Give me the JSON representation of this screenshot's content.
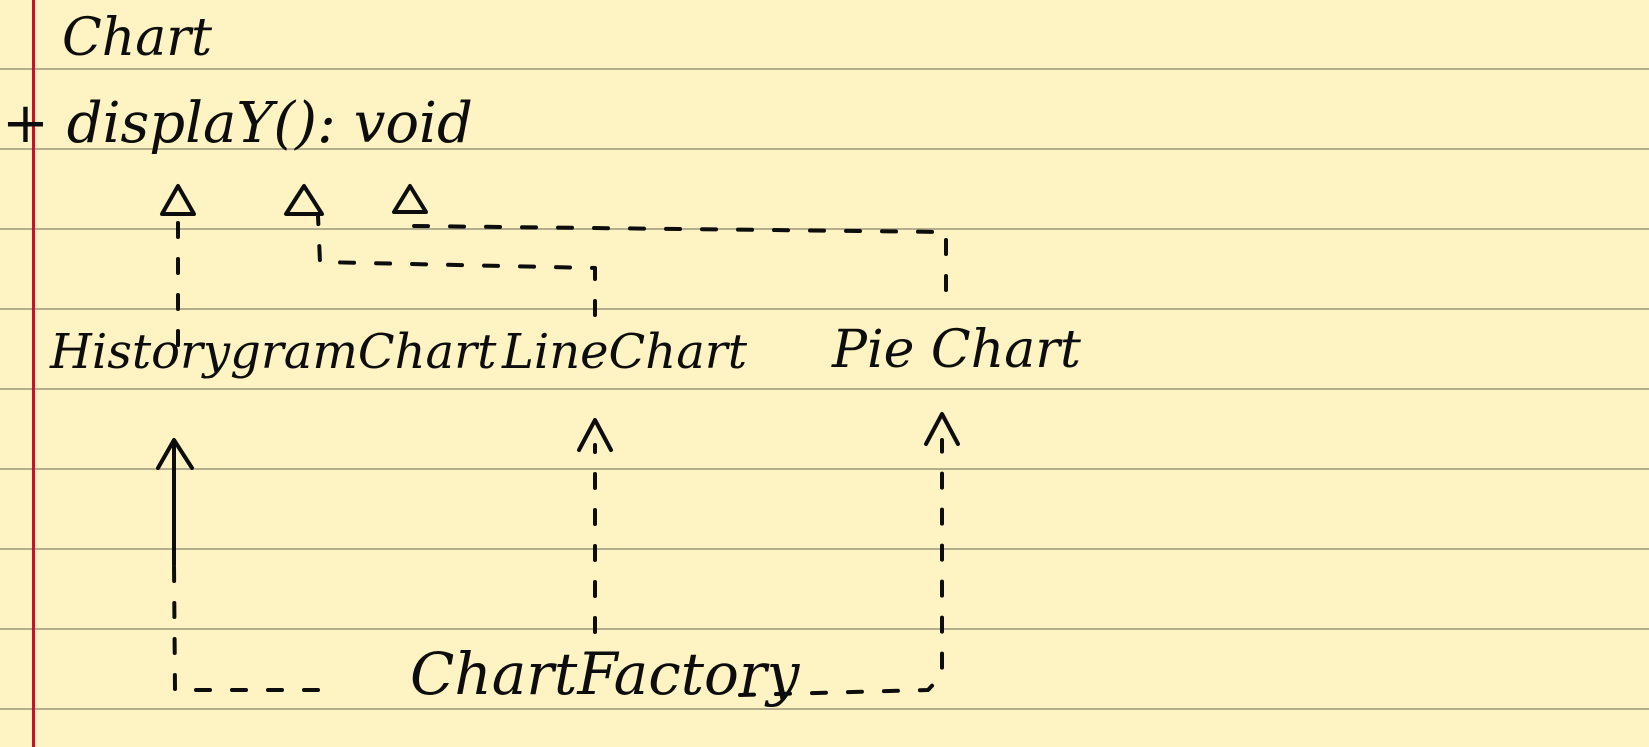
{
  "page": {
    "colors": {
      "paper": "#fdf3c3",
      "rule_line": "#b4ae8c",
      "margin_line": "#c8102e",
      "ink": "#0d0d0d"
    }
  },
  "diagram": {
    "interface": {
      "name": "Chart",
      "operation": "+ displaY(): void"
    },
    "classes": {
      "histogram": "HistorygramChart",
      "line": "LineChart",
      "pie": "Pie Chart"
    },
    "factory": "ChartFactory",
    "relationships": [
      {
        "from": "HistorygramChart",
        "to": "Chart",
        "type": "realization"
      },
      {
        "from": "LineChart",
        "to": "Chart",
        "type": "realization"
      },
      {
        "from": "Pie Chart",
        "to": "Chart",
        "type": "realization"
      },
      {
        "from": "ChartFactory",
        "to": "HistorygramChart",
        "type": "dependency"
      },
      {
        "from": "ChartFactory",
        "to": "LineChart",
        "type": "dependency"
      },
      {
        "from": "ChartFactory",
        "to": "Pie Chart",
        "type": "dependency"
      }
    ]
  }
}
